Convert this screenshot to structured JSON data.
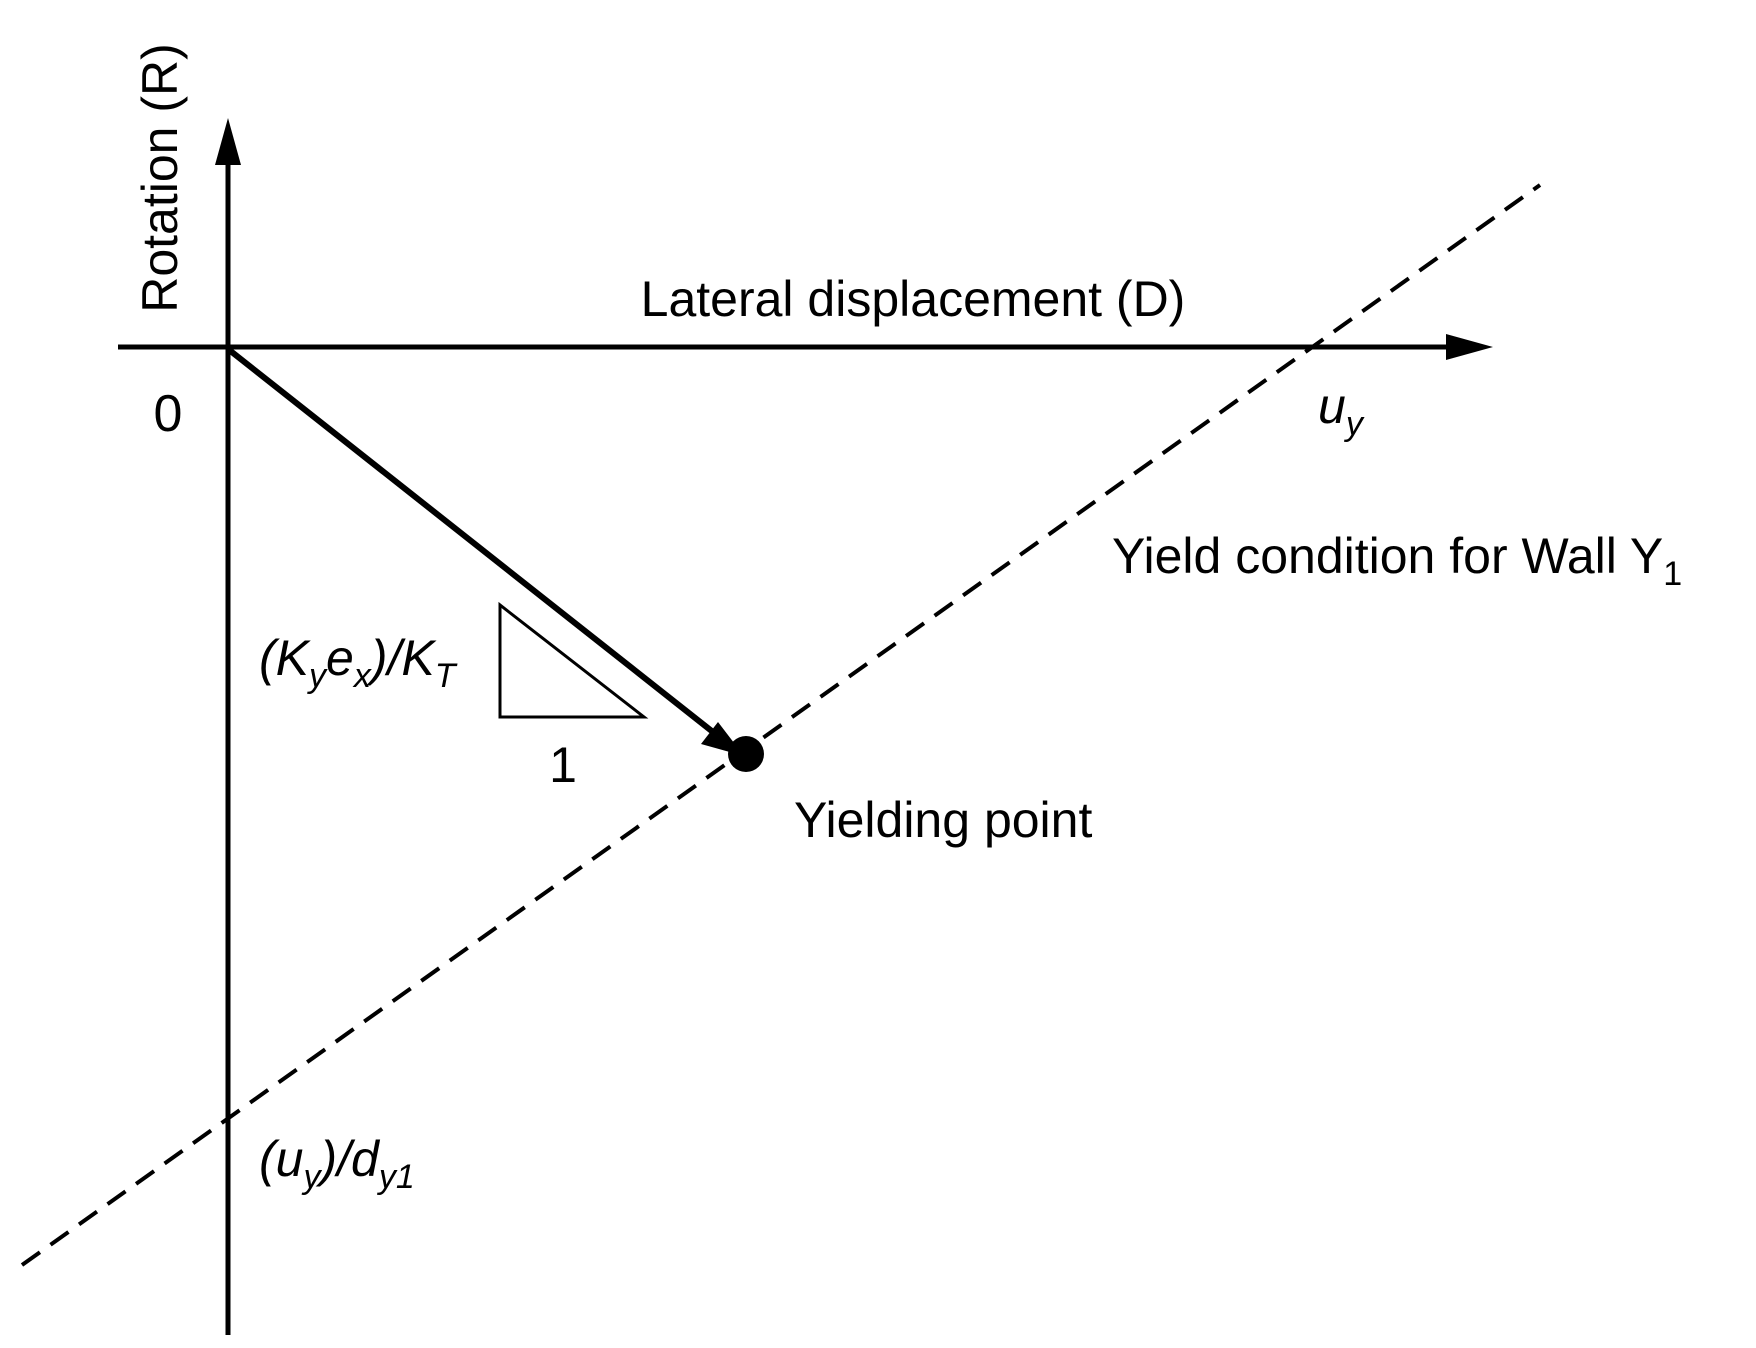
{
  "labels": {
    "y_axis": "Rotation (R)",
    "x_axis": "Lateral displacement (D)",
    "origin": "0",
    "uy_u": "u",
    "uy_sub": "y",
    "yield_condition": "Yield condition for Wall Y",
    "yield_condition_sub": "1",
    "slope_open": "(K",
    "slope_ky_sub": "y",
    "slope_e": "e",
    "slope_ex_sub": "x",
    "slope_mid": ")/K",
    "slope_kt_sub": "T",
    "slope_run": "1",
    "yielding_point": "Yielding point",
    "intercept_open": "(u",
    "intercept_uy_sub": "y",
    "intercept_mid": ")/d",
    "intercept_dy_sub": "y1"
  },
  "colors": {
    "ink": "#000000",
    "background": "#ffffff"
  }
}
